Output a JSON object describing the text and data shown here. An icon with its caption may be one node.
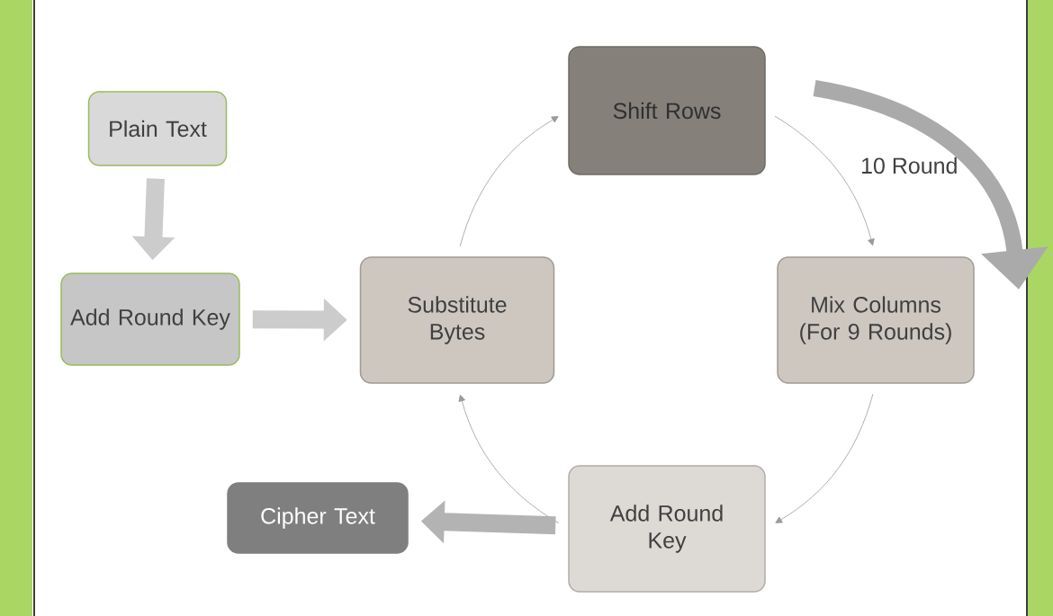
{
  "diagram": {
    "nodes": [
      {
        "text": [
          "Plain Text"
        ]
      },
      {
        "text": [
          "Add Round Key"
        ]
      },
      {
        "text": [
          "Substitute Bytes"
        ]
      },
      {
        "text": [
          "Shift Rows"
        ]
      },
      {
        "text": [
          "Mix Columns (For 9 Rounds)"
        ]
      },
      {
        "text": [
          "Add Round Key"
        ]
      },
      {
        "text": [
          "Cipher Text"
        ]
      }
    ],
    "edges": [
      {
        "from": 0,
        "to": 1,
        "arrow": "to",
        "style": "thick",
        "color": "#cccccc"
      },
      {
        "from": 1,
        "to": 2,
        "arrow": "to",
        "style": "thick",
        "color": "#cccccc"
      },
      {
        "from": 2,
        "to": 3,
        "arrow": "to"
      },
      {
        "from": 3,
        "to": 4,
        "arrow": "to"
      },
      {
        "from": 4,
        "to": 5,
        "arrow": "to"
      },
      {
        "from": 5,
        "to": 2,
        "arrow": "to"
      },
      {
        "from": 5,
        "to": 6,
        "arrow": "to",
        "style": "thick",
        "color": "#b3b3b3"
      }
    ],
    "labels": [
      "10 Round"
    ]
  }
}
